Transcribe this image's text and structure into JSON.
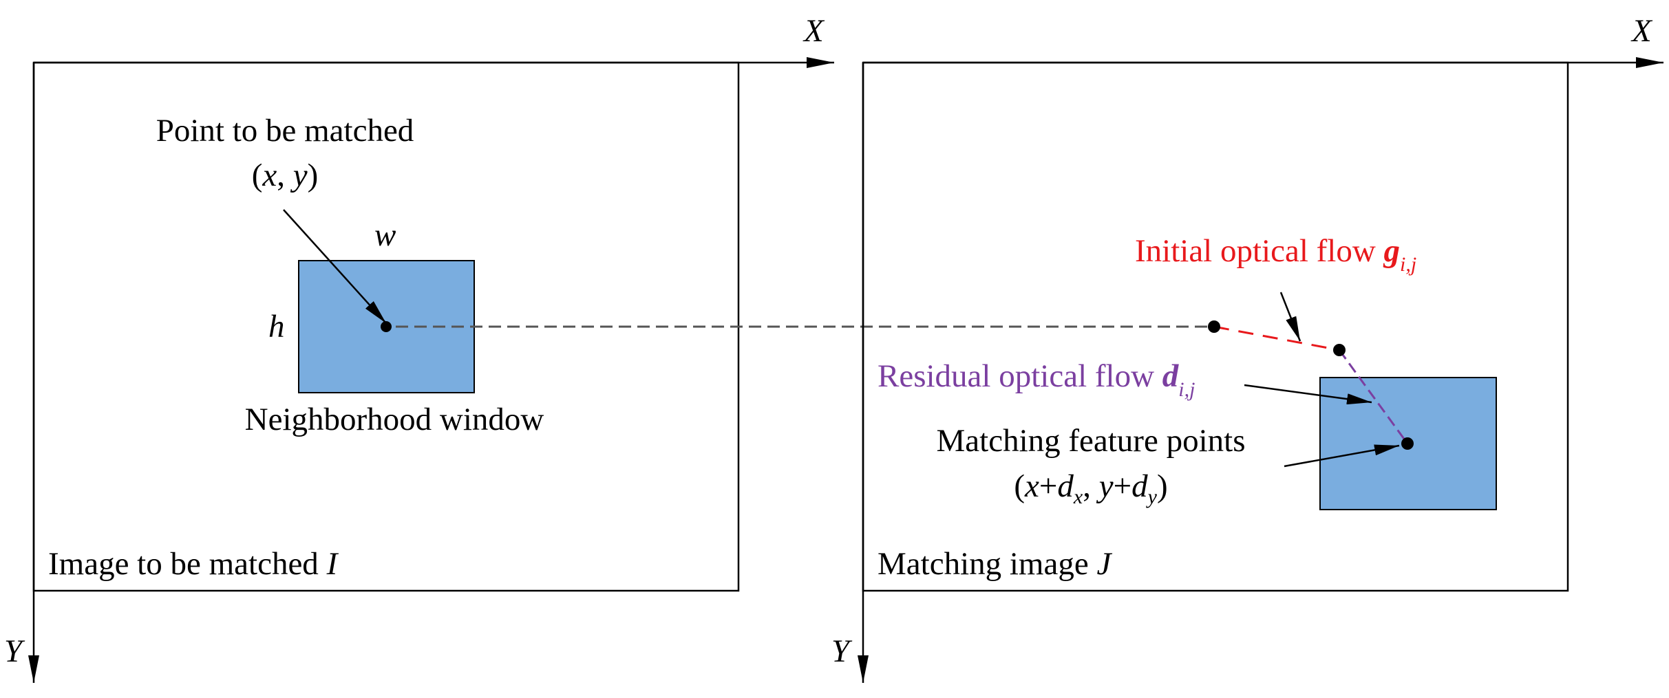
{
  "left_panel": {
    "axis_x": "X",
    "axis_y": "Y",
    "point_label": "Point to be matched",
    "point_coords": {
      "open": "(",
      "x": "x",
      "sep": ", ",
      "y": "y",
      "close": ")"
    },
    "window_width": "w",
    "window_height": "h",
    "window_label": "Neighborhood window",
    "image_label": {
      "text": "Image to be matched ",
      "symbol": "I"
    }
  },
  "right_panel": {
    "axis_x": "X",
    "axis_y": "Y",
    "initial_flow": {
      "text": "Initial optical flow ",
      "symbol": "g",
      "subscript": "i,j"
    },
    "residual_flow": {
      "text": "Residual optical flow ",
      "symbol": "d",
      "subscript": "i,j"
    },
    "match_label": "Matching feature points",
    "match_coords": {
      "open": "(",
      "x": "x",
      "plus1": "+",
      "d1": "d",
      "sub1": "x",
      "sep": ", ",
      "y": "y",
      "plus2": "+",
      "d2": "d",
      "sub2": "y",
      "close": ")"
    },
    "image_label": {
      "text": "Matching image ",
      "symbol": "J"
    }
  },
  "colors": {
    "window_fill": "#7aaddf",
    "initial_flow": "#e8191c",
    "residual_flow": "#7b3fa0",
    "dashed_connector": "#555555",
    "stroke": "#000000"
  }
}
